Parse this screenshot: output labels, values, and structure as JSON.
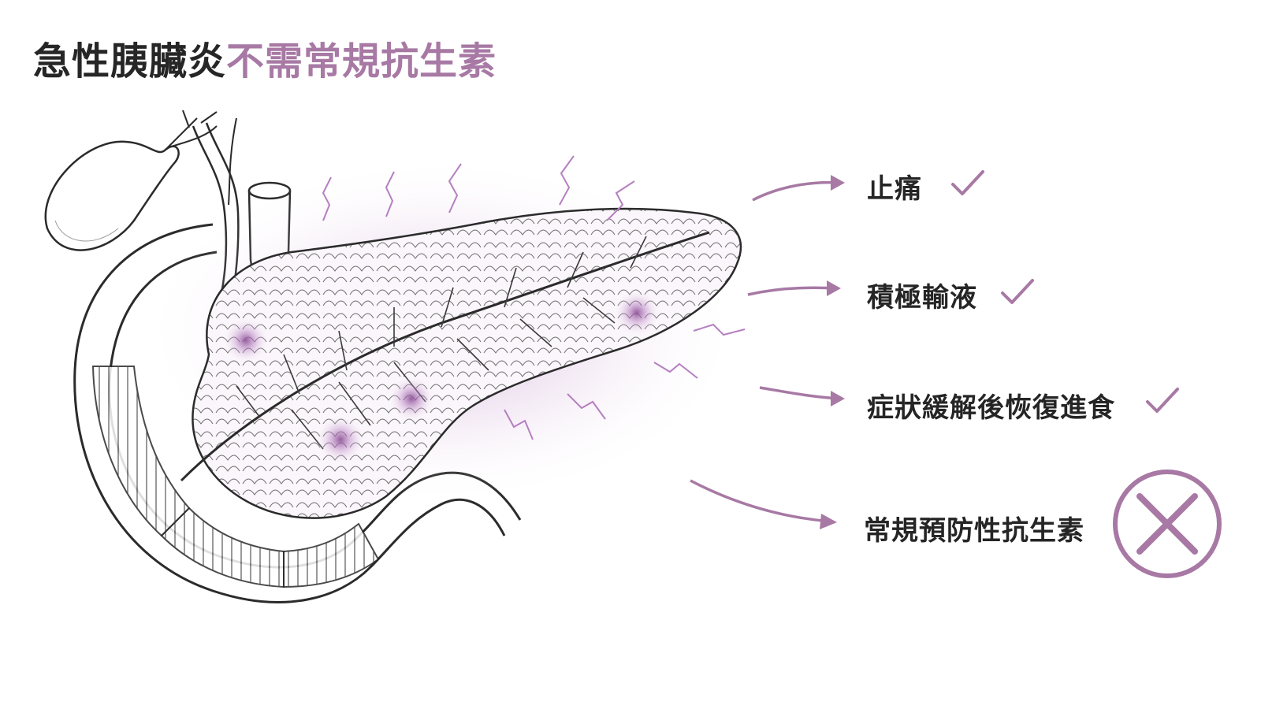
{
  "title": {
    "part1": "急性胰臟炎",
    "part2": "不需常規抗生素"
  },
  "items": [
    {
      "label": "止痛",
      "status": "check"
    },
    {
      "label": "積極輸液",
      "status": "check"
    },
    {
      "label": "症狀緩解後恢復進食",
      "status": "check"
    },
    {
      "label": "常規預防性抗生素",
      "status": "cross"
    }
  ],
  "colors": {
    "accent": "#a779a4",
    "text": "#252525",
    "line": "#2b2b2b",
    "inflammation": "#b57fc0"
  },
  "icons": {
    "check": "checkmark-icon",
    "cross": "x-circle-icon",
    "arrow": "curved-arrow-icon"
  }
}
